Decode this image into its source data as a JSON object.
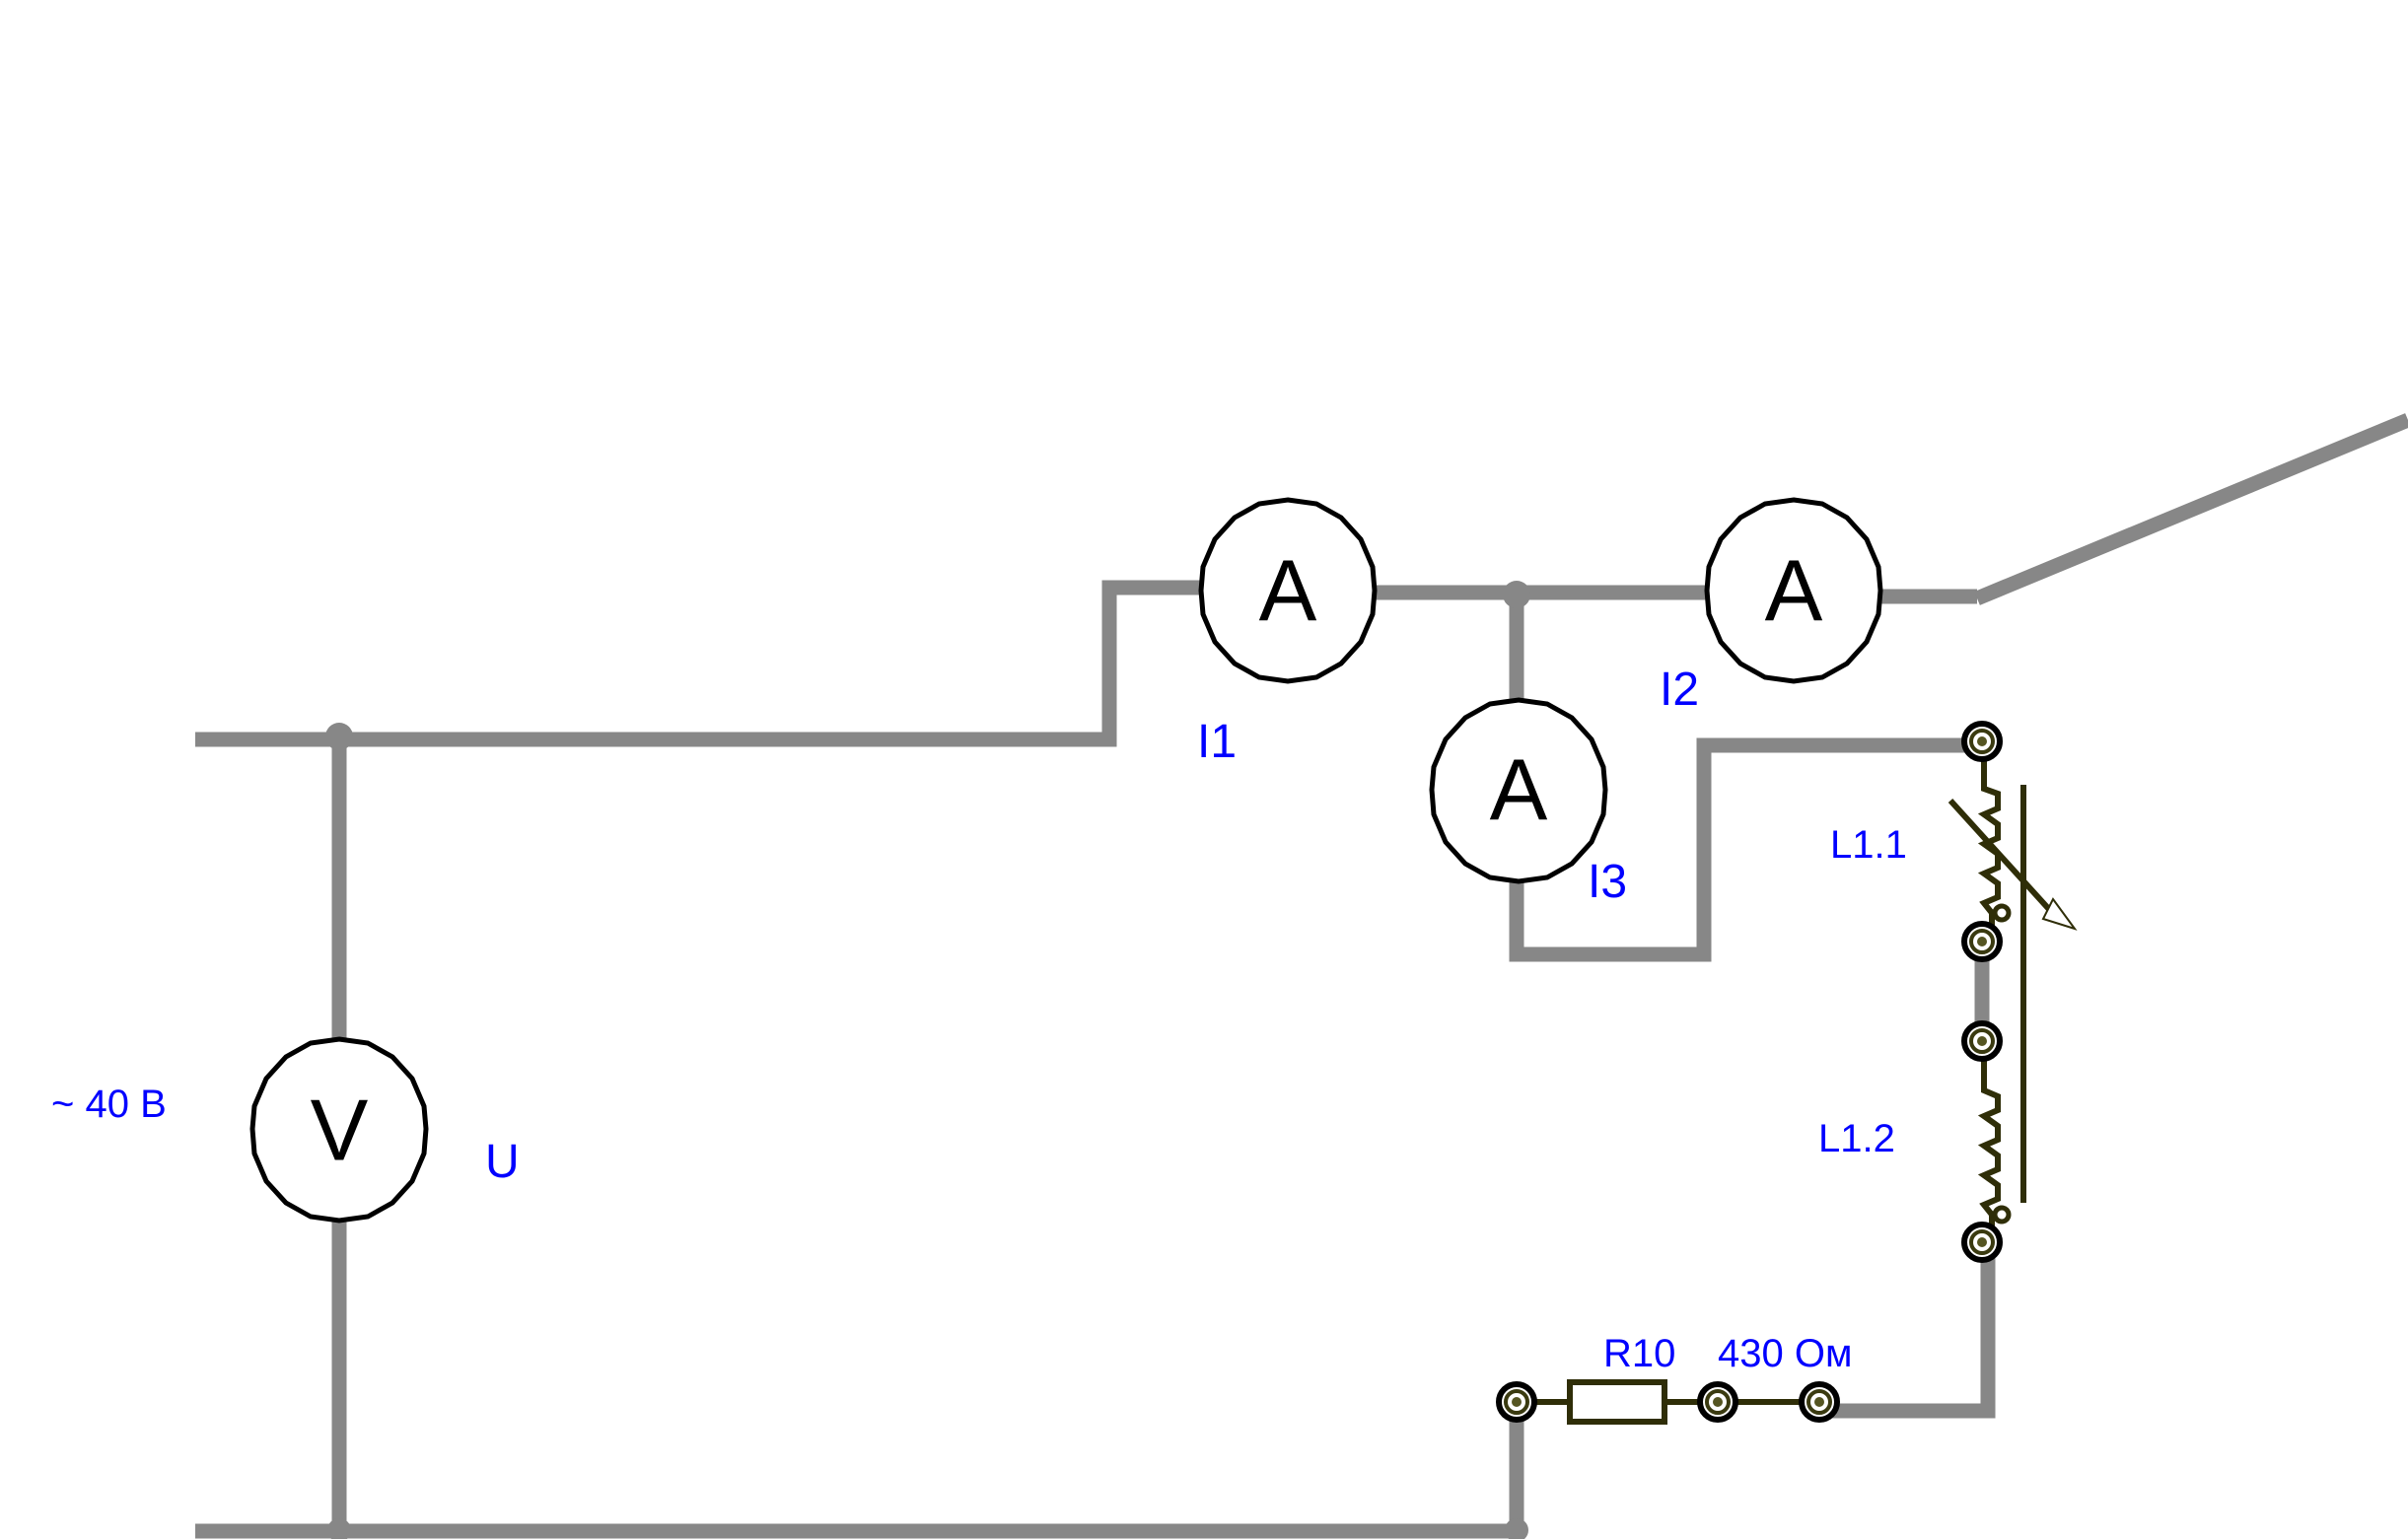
{
  "source": {
    "label": "~ 40 В"
  },
  "meters": {
    "voltmeter": {
      "symbol": "V",
      "label": "U"
    },
    "ammeter_1": {
      "symbol": "A",
      "label": "I1"
    },
    "ammeter_2": {
      "symbol": "A",
      "label": "I2"
    },
    "ammeter_3": {
      "symbol": "A",
      "label": "I3"
    }
  },
  "inductors": {
    "l1_1": {
      "label": "L1.1"
    },
    "l1_2": {
      "label": "L1.2"
    }
  },
  "resistor": {
    "name": "R10",
    "value": "430 Ом"
  },
  "colors": {
    "wire": "#878787",
    "label": "#0000ff",
    "component": "#2f2e08",
    "meter_outline": "#000000"
  }
}
